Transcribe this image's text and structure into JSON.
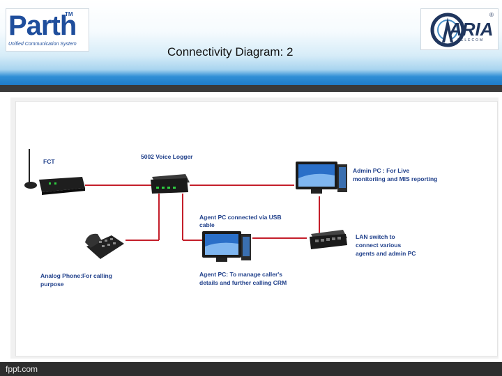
{
  "slide": {
    "title": "Connectivity Diagram: 2"
  },
  "logos": {
    "left": {
      "name": "Parth",
      "tm": "TM",
      "tagline": "Unified Communication System"
    },
    "right": {
      "name": "ARIA",
      "sub": "TELECOM",
      "reg": "®"
    }
  },
  "diagram": {
    "fct_label": "FCT",
    "logger_label": "5002 Voice Logger",
    "admin_label_1": "Admin PC : For Live",
    "admin_label_2": "monitoriing and MIS reporting",
    "usb_label_1": "Agent PC connected via USB",
    "usb_label_2": "cable",
    "lan_label_1": "LAN switch to",
    "lan_label_2": "connect various",
    "lan_label_3": "agents and admin PC",
    "phone_label_1": "Analog Phone:For calling",
    "phone_label_2": "purpose",
    "agent_label_1": "Agent PC: To manage caller's",
    "agent_label_2": "details and further calling CRM",
    "link_color": "#c41e2a",
    "label_color": "#1f3f8a"
  },
  "footer": {
    "text": "fppt.com"
  }
}
